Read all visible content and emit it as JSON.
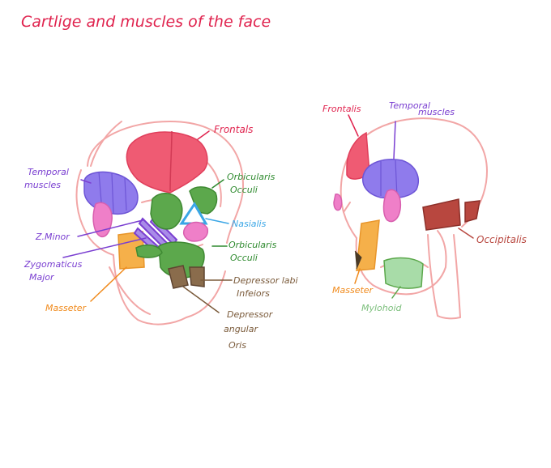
{
  "title": "Cartlige and muscles of the face",
  "colors": {
    "title": "#e0234e",
    "sketch": "#f2a6a6",
    "frontalis": "#ef5b73",
    "temporal": "#8f7bec",
    "purple_ink": "#7a3fd1",
    "pink": "#ef7fc8",
    "masseter": "#f5b04a",
    "orange_ink": "#f08a1c",
    "green": "#5ca84c",
    "green_ink": "#2e8a2e",
    "blue": "#3aa6e6",
    "brown": "#7a5a3a",
    "occipitalis": "#b8473f",
    "mylohyoid": "#8fd08f",
    "mylohyoid_ink": "#7cbf7c"
  },
  "front_view": {
    "labels": {
      "frontalis": "Frontals",
      "temporal_1": "Temporal",
      "temporal_2": "muscles",
      "orbicularis_top_1": "Orbicularis",
      "orbicularis_top_2": "Occuli",
      "nasialis": "Nasialis",
      "orbicularis_bottom_1": "Orbicularis",
      "orbicularis_bottom_2": "Occuli",
      "z_minor": "Z.Minor",
      "zygomaticus_1": "Zygomaticus",
      "zygomaticus_2": "Major",
      "masseter": "Masseter",
      "depressor_labi_1": "Depressor labi",
      "depressor_labi_2": "Infeiors",
      "depressor_angular_1": "Depressor",
      "depressor_angular_2": "angular",
      "depressor_angular_3": "Oris"
    }
  },
  "side_view": {
    "labels": {
      "frontalis": "Frontalis",
      "temporal_1": "Temporal",
      "temporal_2": "muscles",
      "occipitalis": "Occipitalis",
      "masseter": "Masseter",
      "mylohyoid": "Mylohoid"
    }
  }
}
